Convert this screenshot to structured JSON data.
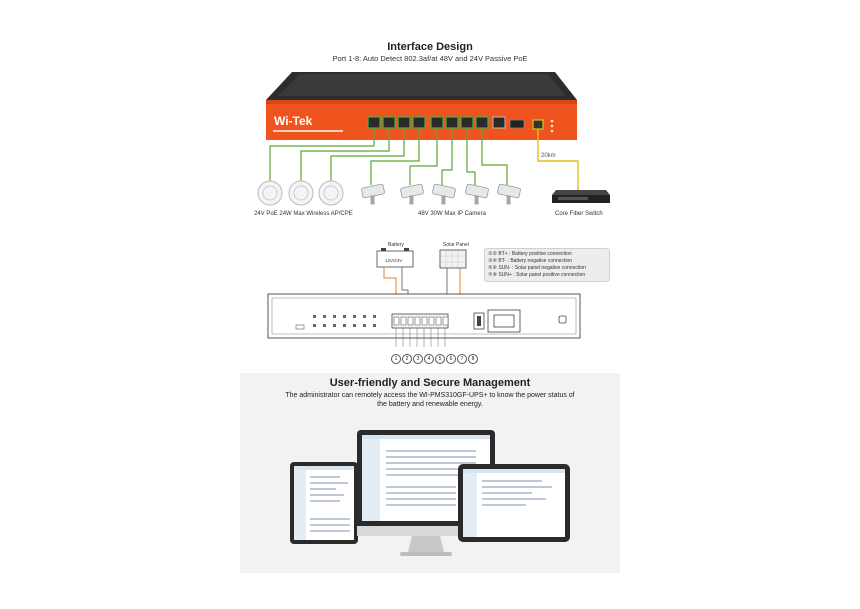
{
  "top": {
    "title": "Interface Design",
    "subtitle": "Port 1-8: Auto Detect 802.3af/at 48V and 24V Passive PoE",
    "brand": "Wi-Tek",
    "distance_label": "20km",
    "labels": {
      "ap": "24V PoE 24W Max Wireless AP/CPE",
      "camera": "48V 30W Max IP Camera",
      "fiber": "Core Fiber Switch"
    }
  },
  "middle": {
    "battery_label": "Battery",
    "battery_text": "12V/24V",
    "solar_label": "Solar Panel",
    "legend": [
      {
        "pins": "①② BT+ :",
        "text": "Battery positive connection"
      },
      {
        "pins": "③④ BT- :",
        "text": "Battery negative connection"
      },
      {
        "pins": "⑤⑥ SUN- :",
        "text": "Solar panel negative connection"
      },
      {
        "pins": "⑦⑧ SUN+ :",
        "text": "Solar panel positive connection"
      }
    ],
    "pin_numbers": [
      "1",
      "2",
      "3",
      "4",
      "5",
      "6",
      "7",
      "8"
    ]
  },
  "bottom": {
    "title": "User-friendly and Secure Management",
    "description_line1": "The administrator can remotely access the WI-PMS310GF-UPS+ to know the power status of",
    "description_line2": "the battery and renewable energy."
  },
  "colors": {
    "switch_orange": "#f0541e",
    "switch_dark": "#2a2a2a",
    "cable_green": "#5aa832",
    "fiber_yellow": "#e0c020",
    "port_green": "#3fb24a"
  }
}
